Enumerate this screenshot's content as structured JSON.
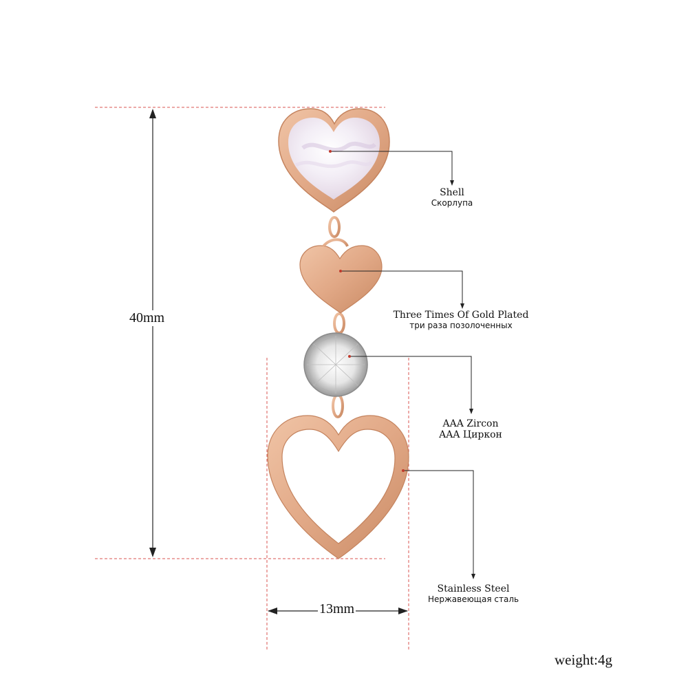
{
  "dimensions": {
    "height": "40mm",
    "width": "13mm"
  },
  "labels": {
    "shell": {
      "en": "Shell",
      "ru": "Скорлупа"
    },
    "gold": {
      "en": "Three Times Of Gold Plated",
      "ru": "три раза позолоченных"
    },
    "zircon": {
      "en": "AAA Zircon",
      "ru": "AAA Циркон"
    },
    "steel": {
      "en": "Stainless Steel",
      "ru": "Нержавеющая сталь"
    }
  },
  "weight": "weight:4g",
  "colors": {
    "rose_gold": "#d9a07a",
    "rose_gold_dark": "#b97852",
    "guide_red": "#d9534f",
    "leader": "#222222"
  }
}
